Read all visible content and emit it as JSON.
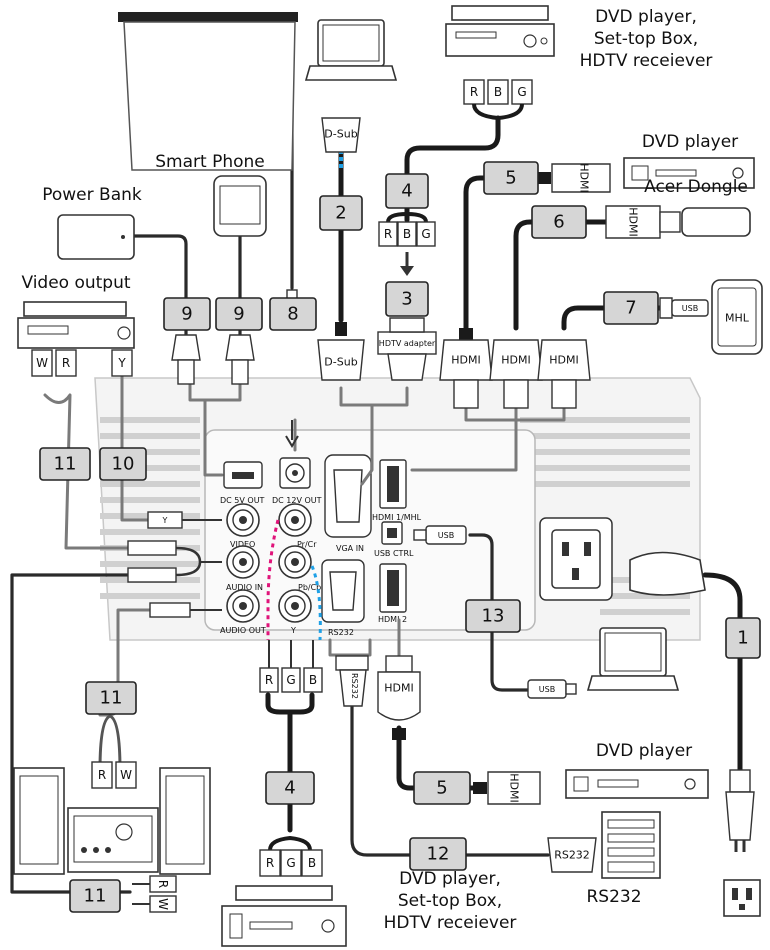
{
  "devices": {
    "dvd_stb_top_label": [
      "DVD player,",
      "Set-top Box,",
      "HDTV receiever"
    ],
    "dvd_player_right_top": "DVD player",
    "acer_dongle": "Acer Dongle",
    "smart_phone": "Smart Phone",
    "power_bank": "Power Bank",
    "video_output": "Video output",
    "dvd_player_bottom": "DVD player",
    "dvd_stb_bottom_label": [
      "DVD player,",
      "Set-top Box,",
      "HDTV receiever"
    ],
    "rs232_device": "RS232",
    "mhl_phone": "MHL"
  },
  "projector_ports": {
    "dc5v": "DC 5V OUT",
    "dc12v": "DC 12V OUT",
    "vga_in": "VGA IN",
    "hdmi1": "HDMI 1/MHL",
    "usb_ctrl": "USB CTRL",
    "hdmi2": "HDMI 2",
    "video": "VIDEO",
    "pr_cr": "Pr/Cr",
    "pb_cb": "Pb/Cb",
    "audio_in": "AUDIO IN",
    "audio_out": "AUDIO OUT",
    "y": "Y",
    "rs232": "RS232"
  },
  "connectors": {
    "dsub": "D-Sub",
    "hdmi": "HDMI",
    "usb": "USB",
    "rs232": "RS232",
    "hdtv_adapter": "HDTV adapter",
    "pins_rbg": [
      "R",
      "B",
      "G"
    ],
    "pins_rgb": [
      "R",
      "G",
      "B"
    ],
    "pins_wr": [
      "W",
      "R"
    ],
    "pins_rw": [
      "R",
      "W"
    ],
    "pin_y": "Y"
  },
  "cables": [
    "1",
    "2",
    "3",
    "4",
    "5",
    "6",
    "7",
    "8",
    "9",
    "9",
    "10",
    "11",
    "11",
    "11",
    "12",
    "13",
    "4",
    "5"
  ]
}
